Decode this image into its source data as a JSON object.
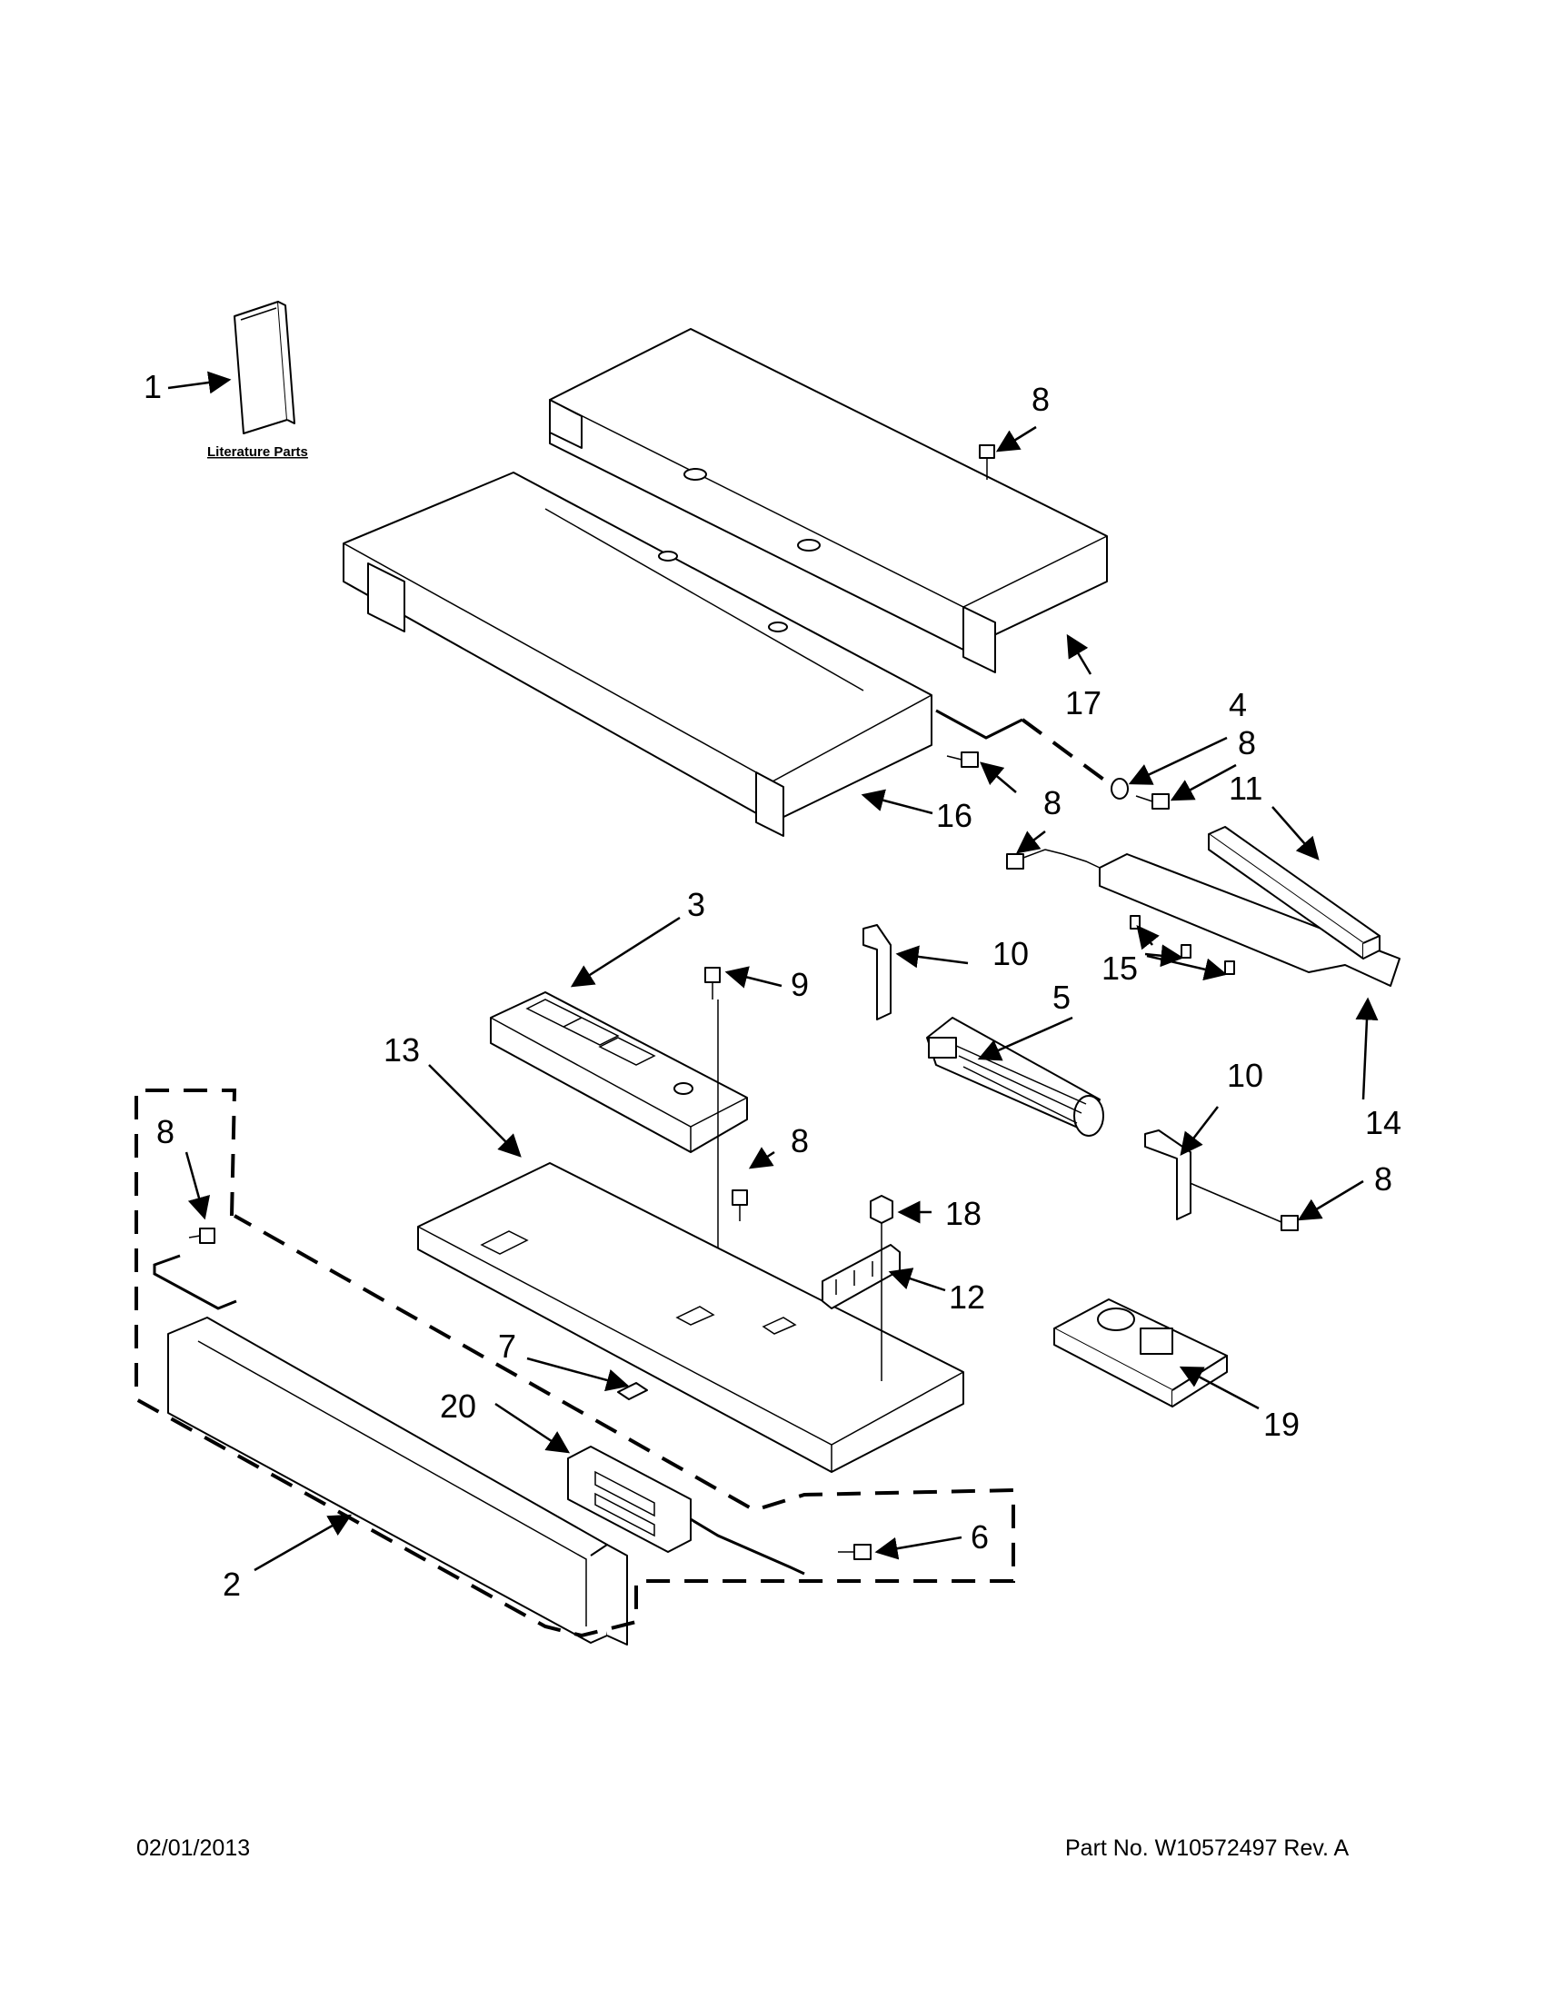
{
  "literature_label": "Literature Parts",
  "callouts": {
    "c1": "1",
    "c2": "2",
    "c3": "3",
    "c4": "4",
    "c5": "5",
    "c6": "6",
    "c7": "7",
    "c8a": "8",
    "c8b": "8",
    "c8c": "8",
    "c8d": "8",
    "c8e": "8",
    "c8f": "8",
    "c9": "9",
    "c10a": "10",
    "c10b": "10",
    "c11": "11",
    "c12": "12",
    "c13": "13",
    "c14": "14",
    "c15": "15",
    "c16": "16",
    "c17": "17",
    "c18": "18",
    "c19": "19",
    "c20": "20"
  },
  "footer": {
    "date": "02/01/2013",
    "part_no": "Part No.  W10572497  Rev.  A"
  }
}
